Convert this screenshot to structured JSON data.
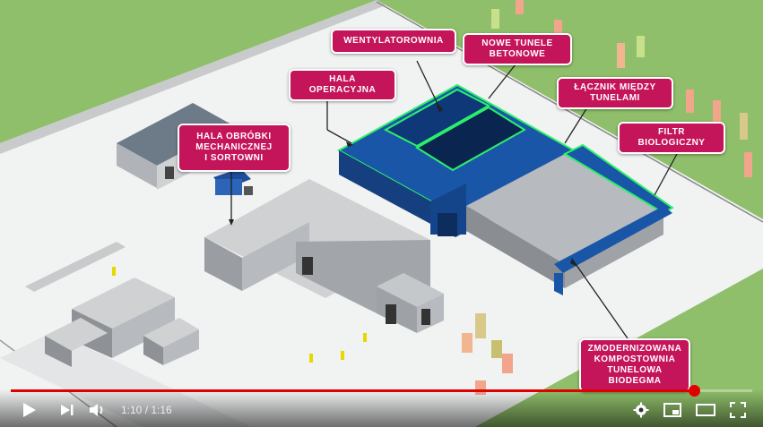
{
  "video": {
    "current_time": "1:10",
    "separator": " / ",
    "duration": "1:16",
    "progress_fraction": 0.9211
  },
  "callouts": {
    "wentylatorownia": "WENTYLATOROWNIA",
    "nowe_tunele": "NOWE TUNELE\nBETONOWE",
    "hala_operacyjna": "HALA  OPERACYJNA",
    "lacznik": "ŁĄCZNIK MIĘDZY\nTUNELAMI",
    "hala_obrobki": "HALA  OBRÓBKI\nMECHANICZNEJ\nI SORTOWNI",
    "filtr": "FILTR\nBIOLOGICZNY",
    "kompostownia": "ZMODERNIZOWANA\nKOMPOSTOWNIA\nTUNELOWA\nBIODEGMA"
  },
  "icons": {
    "play": "play-icon",
    "next": "next-icon",
    "volume": "volume-icon",
    "settings": "gear-icon",
    "miniplayer": "miniplayer-icon",
    "theater": "theater-icon",
    "fullscreen": "fullscreen-icon"
  },
  "colors": {
    "callout_bg": "#c4145a",
    "progress": "#e00000",
    "highlight": "#00e676",
    "building_blue": "#1a56a8"
  }
}
